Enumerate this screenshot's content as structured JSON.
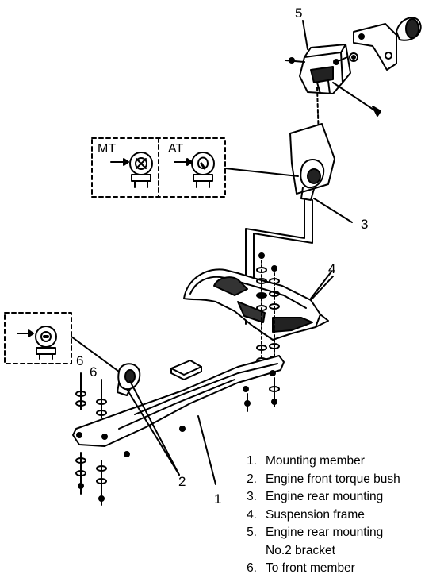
{
  "diagram": {
    "insets": {
      "mt_label": "MT",
      "at_label": "AT"
    },
    "callouts": {
      "c1": "1",
      "c2": "2",
      "c3": "3",
      "c4": "4",
      "c5": "5",
      "c6_left": "6",
      "c6_right": "6"
    },
    "legend": [
      {
        "num": "1.",
        "text": "Mounting member"
      },
      {
        "num": "2.",
        "text": "Engine front torque bush"
      },
      {
        "num": "3.",
        "text": "Engine rear mounting"
      },
      {
        "num": "4.",
        "text": "Suspension frame"
      },
      {
        "num": "5.",
        "text": "Engine rear mounting",
        "cont": "No.2 bracket"
      },
      {
        "num": "6.",
        "text": "To front member"
      }
    ]
  }
}
